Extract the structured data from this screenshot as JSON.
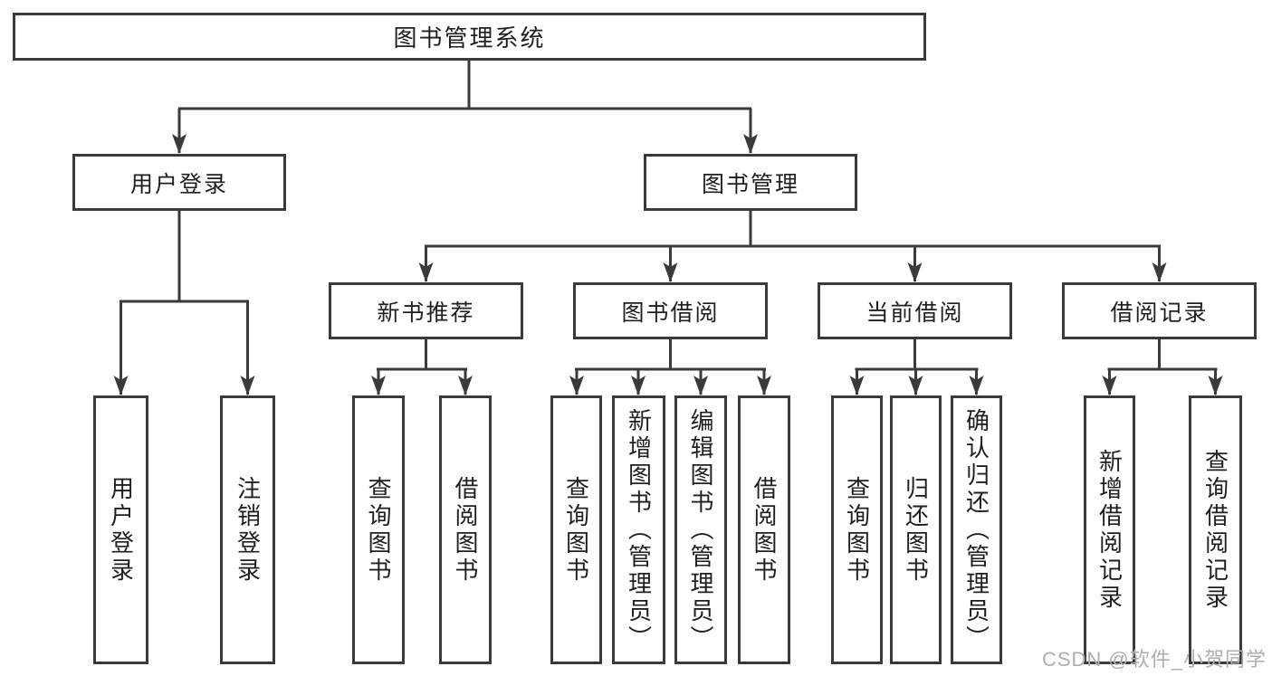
{
  "colors": {
    "line": "#3a3a3c",
    "box_border": "#3a3a3c",
    "box_fill": "#ffffff",
    "text": "#1f1f1f",
    "watermark": "#aeaeae"
  },
  "tree": {
    "root": "图书管理系统",
    "branches": [
      {
        "label": "用户登录",
        "children": [
          "用户登录",
          "注销登录"
        ]
      },
      {
        "label": "图书管理",
        "groups": [
          {
            "label": "新书推荐",
            "children": [
              "查询图书",
              "借阅图书"
            ]
          },
          {
            "label": "图书借阅",
            "children": [
              "查询图书",
              "新增图书（管理员）",
              "编辑图书（管理员）",
              "借阅图书"
            ]
          },
          {
            "label": "当前借阅",
            "children": [
              "查询图书",
              "归还图书",
              "确认归还（管理员）"
            ]
          },
          {
            "label": "借阅记录",
            "children": [
              "新增借阅记录",
              "查询借阅记录"
            ]
          }
        ]
      }
    ]
  },
  "watermark": "CSDN @软件_小贺同学"
}
